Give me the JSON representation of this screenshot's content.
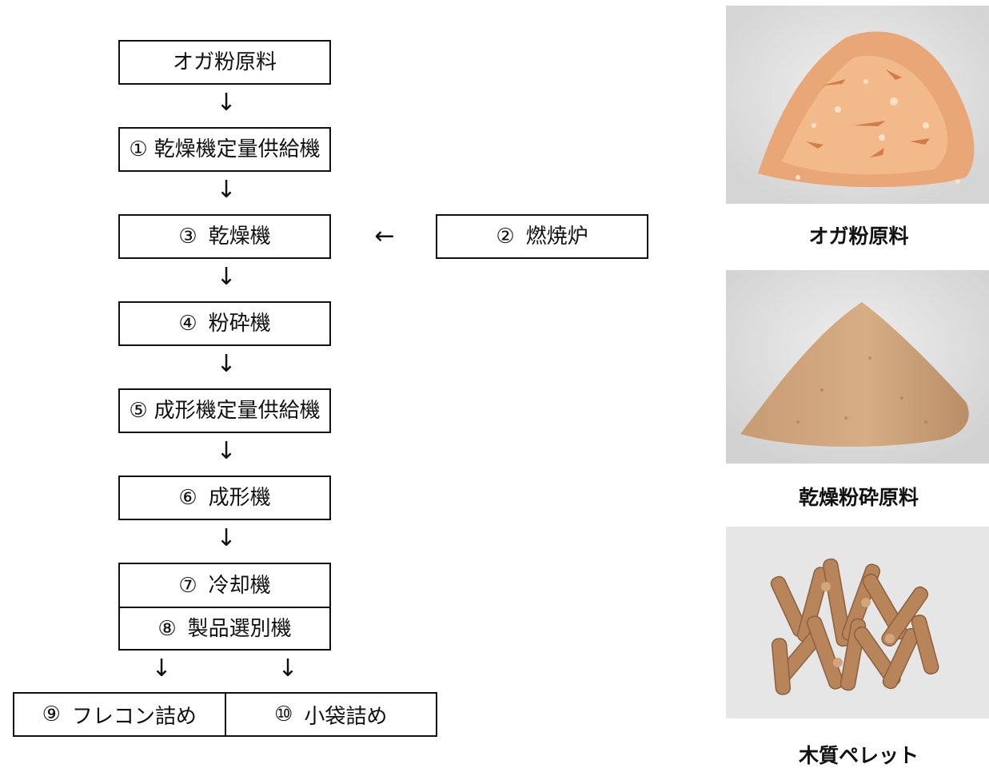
{
  "flow": {
    "raw": "オガ粉原料",
    "step1": {
      "num": "①",
      "label": "乾燥機定量供給機"
    },
    "step3": {
      "num": "③",
      "label": "乾燥機"
    },
    "step2": {
      "num": "②",
      "label": "燃焼炉"
    },
    "step4": {
      "num": "④",
      "label": "粉砕機"
    },
    "step5": {
      "num": "⑤",
      "label": "成形機定量供給機"
    },
    "step6": {
      "num": "⑥",
      "label": "成形機"
    },
    "step7": {
      "num": "⑦",
      "label": "冷却機"
    },
    "step8": {
      "num": "⑧",
      "label": "製品選別機"
    },
    "step9": {
      "num": "⑨",
      "label": "フレコン詰め"
    },
    "step10": {
      "num": "⑩",
      "label": "小袋詰め"
    },
    "arrow_down": "↓",
    "arrow_left": "←"
  },
  "photos": {
    "sawdust": {
      "caption": "オガ粉原料",
      "icon": "wood-shavings-photo"
    },
    "dried": {
      "caption": "乾燥粉砕原料",
      "icon": "sawdust-powder-photo"
    },
    "pellets": {
      "caption": "木質ペレット",
      "icon": "wood-pellets-photo"
    }
  },
  "colors": {
    "line": "#111111",
    "shavings": "#e7a779",
    "powder": "#c79a70",
    "pellet": "#b9865a",
    "photo_bg": "#e9e9e9"
  }
}
